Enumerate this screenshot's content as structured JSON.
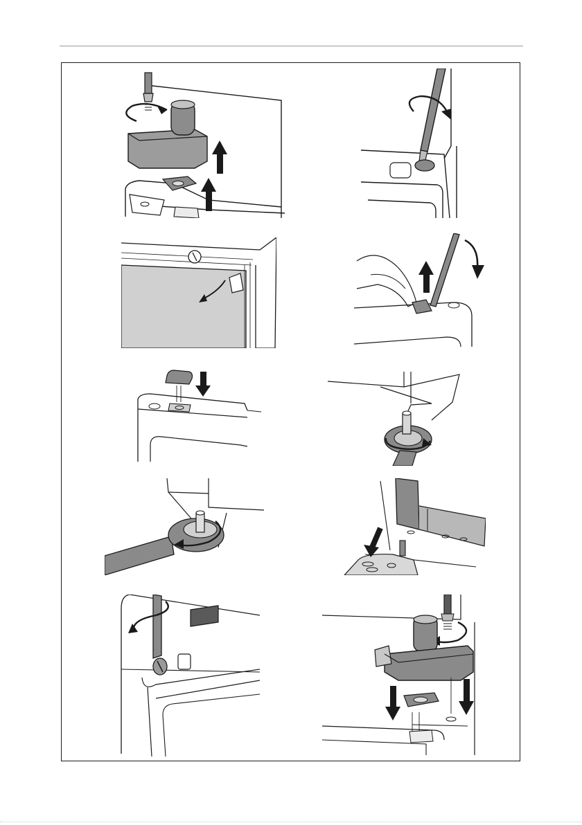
{
  "page": {
    "header_rule": true,
    "frame": true
  },
  "panels": [
    {
      "id": "remove-hinge",
      "icon": "hinge-removal-illustration"
    },
    {
      "id": "unscrew-pin",
      "icon": "screwdriver-rotate-illustration"
    },
    {
      "id": "door-tilt",
      "icon": "door-open-illustration"
    },
    {
      "id": "pry-cap",
      "icon": "cap-removal-illustration"
    },
    {
      "id": "insert-cap",
      "icon": "cap-insert-illustration"
    },
    {
      "id": "wrench-loosen",
      "icon": "wrench-rotate-illustration"
    },
    {
      "id": "wrench-tighten",
      "icon": "wrench-rotate-illustration"
    },
    {
      "id": "insert-door",
      "icon": "door-insert-illustration"
    },
    {
      "id": "screw-cover",
      "icon": "screwdriver-rotate-illustration"
    },
    {
      "id": "mount-hinge",
      "icon": "hinge-mount-illustration"
    }
  ],
  "colors": {
    "line": "#1a1a1a",
    "fill_dark": "#6b6b6b",
    "fill_mid": "#9c9c9c",
    "fill_light": "#d0d0d0",
    "arrow": "#1a1a1a"
  }
}
